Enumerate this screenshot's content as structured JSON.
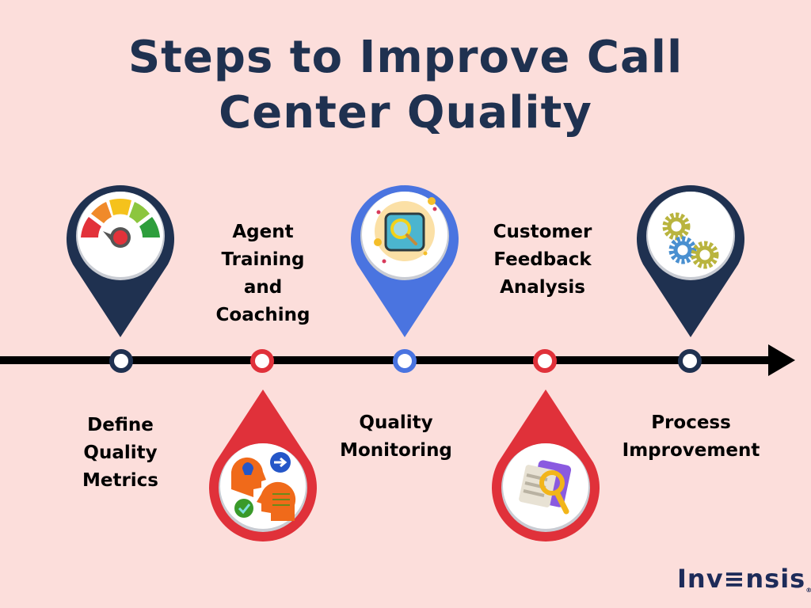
{
  "title": {
    "line1": "Steps to Improve Call",
    "line2": "Center Quality"
  },
  "colors": {
    "background": "#fcdedb",
    "title": "#1f3150",
    "navy": "#1f3150",
    "red": "#e0313a",
    "blue": "#4a74e0",
    "timeline": "#000000"
  },
  "steps": [
    {
      "label": "Define Quality Metrics",
      "lines": [
        "Define",
        "Quality",
        "Metrics"
      ],
      "icon": "gauge-meter-icon",
      "pin_color": "navy",
      "pin_position": "above"
    },
    {
      "label": "Agent Training and Coaching",
      "lines": [
        "Agent",
        "Training",
        "and",
        "Coaching"
      ],
      "icon": "heads-communication-icon",
      "pin_color": "red",
      "pin_position": "below"
    },
    {
      "label": "Quality Monitoring",
      "lines": [
        "Quality",
        "Monitoring"
      ],
      "icon": "magnifier-search-icon",
      "pin_color": "blue",
      "pin_position": "above"
    },
    {
      "label": "Customer Feedback Analysis",
      "lines": [
        "Customer",
        "Feedback",
        "Analysis"
      ],
      "icon": "document-magnifier-icon",
      "pin_color": "red",
      "pin_position": "below"
    },
    {
      "label": "Process Improvement",
      "lines": [
        "Process",
        "Improvement"
      ],
      "icon": "gears-icon",
      "pin_color": "navy",
      "pin_position": "above"
    }
  ],
  "logo": {
    "text": "INVENSIS",
    "display": "Inv≡nsis",
    "registered": "®"
  }
}
